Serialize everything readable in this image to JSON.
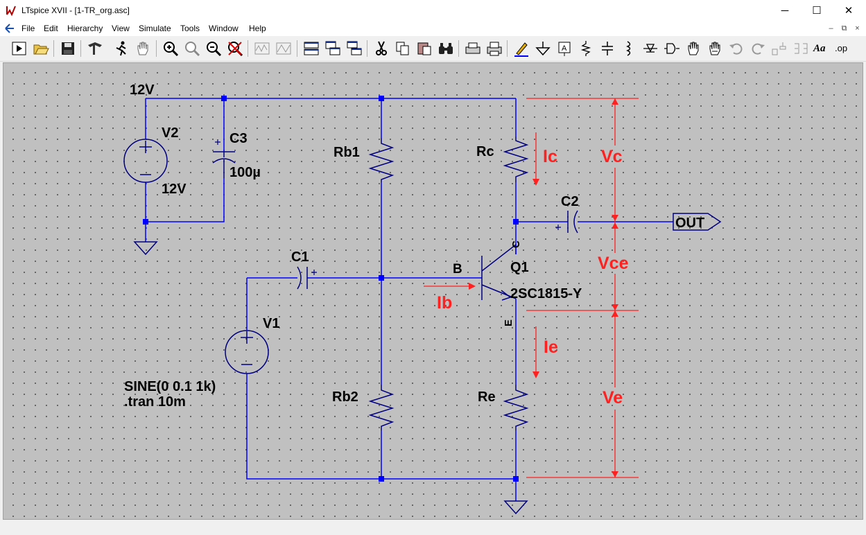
{
  "window": {
    "title": "LTspice XVII - [1-TR_org.asc]",
    "minimize_glyph": "─",
    "maximize_glyph": "☐",
    "close_glyph": "✕"
  },
  "menu": {
    "items": [
      "File",
      "Edit",
      "Hierarchy",
      "View",
      "Simulate",
      "Tools",
      "Window",
      "Help"
    ],
    "mdi_glyphs": [
      "–",
      "⧉",
      "×"
    ]
  },
  "toolbar": {
    "icons": [
      "run-icon",
      "open-icon",
      "save-icon",
      "control-panel-icon",
      "run-man-icon",
      "pan-hand-icon",
      "zoom-in-icon",
      "zoom-fit-icon",
      "zoom-out-icon",
      "zoom-cancel-icon",
      "waveform-icon",
      "waveform-alt-icon",
      "tile-horizontal-icon",
      "cascade-icon",
      "tile-vertical-icon",
      "cut-icon",
      "copy-icon",
      "paste-icon",
      "find-icon",
      "print-setup-icon",
      "print-icon",
      "draw-wire-icon",
      "ground-icon",
      "label-icon",
      "resistor-icon",
      "capacitor-icon",
      "inductor-icon",
      "diode-icon",
      "component-icon",
      "move-icon",
      "drag-icon",
      "undo-icon",
      "redo-icon",
      "rotate-icon",
      "mirror-icon",
      "text-icon",
      "spice-directive-icon"
    ],
    "text_glyph": "Aa",
    "spice_glyph": ".op"
  },
  "schematic": {
    "colors": {
      "wire": "#0000ff",
      "component": "#000080",
      "text": "#000000",
      "annotation": "#ff2020",
      "canvas": "#c0c0c0"
    },
    "labels": {
      "net_12v": "12V",
      "v2_name": "V2",
      "v2_value": "12V",
      "c3_name": "C3",
      "c3_value": "100µ",
      "rb1": "Rb1",
      "rb2": "Rb2",
      "rc": "Rc",
      "re": "Re",
      "c2": "C2",
      "c1": "C1",
      "out": "OUT",
      "q1_name": "Q1",
      "q1_model": "2SC1815-Y",
      "pin_b": "B",
      "pin_c": "C",
      "pin_e": "E",
      "v1_name": "V1",
      "v1_sine": "SINE(0 0.1 1k)",
      "tran": ".tran 10m",
      "plus": "+",
      "minus": "−"
    },
    "annotations": {
      "ic": "Ic",
      "ie": "Ie",
      "ib": "Ib",
      "vc": "Vc",
      "vce": "Vce",
      "ve": "Ve"
    }
  }
}
